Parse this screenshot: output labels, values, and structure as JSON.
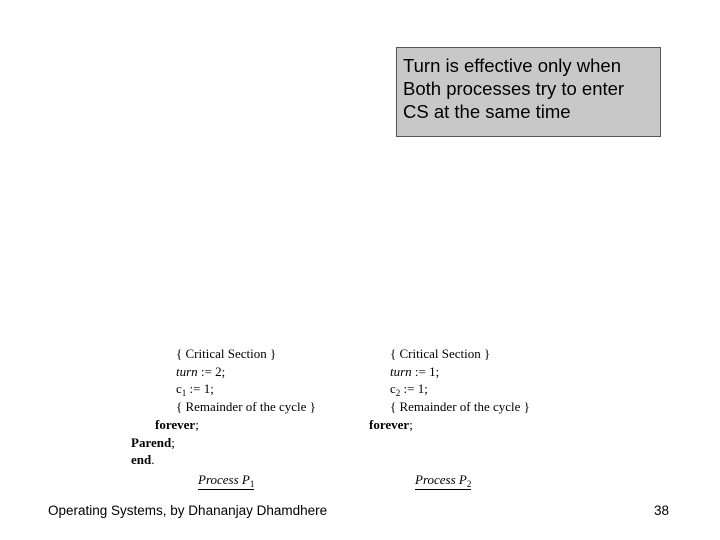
{
  "callout": {
    "lines": [
      "Turn is effective only when",
      "Both processes try to enter",
      "CS at the same time"
    ]
  },
  "code_left": {
    "critical": "{ Critical Section }",
    "turn_var": "turn",
    "turn_assign": " := 2;",
    "c_var": "c",
    "c_sub": "1",
    "c_assign": " := 1;",
    "remainder": "{ Remainder of the cycle }",
    "forever": "forever",
    "forever_semi": ";",
    "parend": "Parend",
    "parend_semi": ";",
    "end": "end",
    "end_dot": "."
  },
  "code_right": {
    "critical": "{ Critical Section }",
    "turn_var": "turn",
    "turn_assign": " := 1;",
    "c_var": "c",
    "c_sub": "2",
    "c_assign": " := 1;",
    "remainder": "{ Remainder of the cycle }",
    "forever": "forever",
    "forever_semi": ";"
  },
  "process_labels": {
    "p1_text": "Process P",
    "p1_sub": "1",
    "p2_text": "Process P",
    "p2_sub": "2"
  },
  "footer": {
    "credit": "Operating Systems, by Dhananjay Dhamdhere",
    "page_number": "38"
  }
}
